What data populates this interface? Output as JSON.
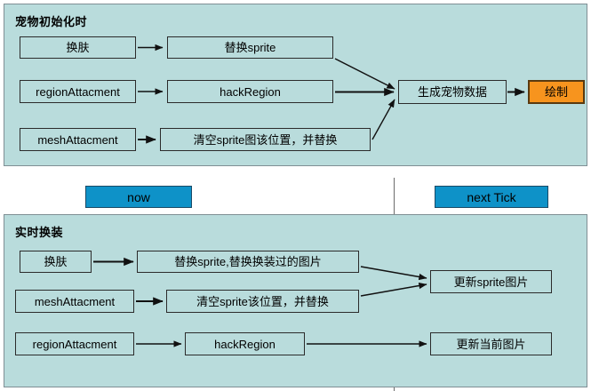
{
  "diagram": {
    "title_bar": null,
    "panels": [
      {
        "id": "init",
        "title": "宠物初始化时",
        "rows": [
          {
            "source": "换肤",
            "process": "替换sprite"
          },
          {
            "source": "regionAttacment",
            "process": "hackRegion"
          },
          {
            "source": "meshAttacment",
            "process": "清空sprite图该位置，并替换"
          }
        ],
        "merge_node": "生成宠物数据",
        "output_node": "绘制"
      },
      {
        "id": "live",
        "title": "实时换装",
        "rows": [
          {
            "source": "换肤",
            "process": "替换sprite,替换换装过的图片",
            "target": "更新sprite图片"
          },
          {
            "source": "meshAttacment",
            "process": "清空sprite该位置，并替换",
            "target": "更新sprite图片"
          },
          {
            "source": "regionAttacment",
            "process": "hackRegion",
            "target": "更新当前图片"
          }
        ],
        "targets": [
          "更新sprite图片",
          "更新当前图片"
        ]
      }
    ],
    "timeline": {
      "now_label": "now",
      "next_tick_label": "next Tick"
    },
    "colors": {
      "panel_background": "#b9dcdc",
      "node_border": "#2b2b2b",
      "accent_node": "#f7941e",
      "tick_button": "#0e92c8",
      "page_background": "#ffffff",
      "arrow": "#111111"
    }
  }
}
